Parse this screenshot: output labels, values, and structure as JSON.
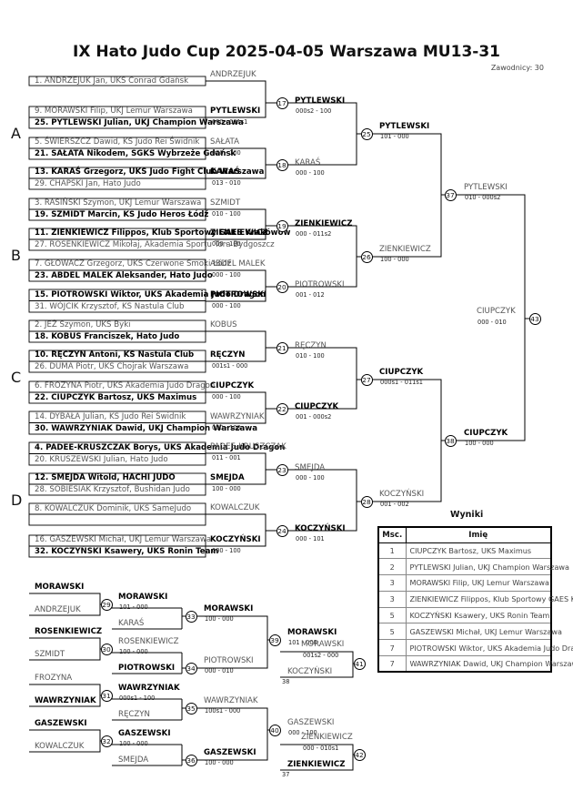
{
  "title": "IX Hato Judo Cup  2025-04-05  Warszawa   MU13-31",
  "participants_count": "Zawodnicy: 30",
  "pools": [
    "A",
    "B",
    "C",
    "D"
  ],
  "entries": [
    {
      "text": "1. ANDRZEJUK Jan, UKS Conrad Gdańsk",
      "bold": false
    },
    {
      "text": "9. MORAWSKI Filip, UKJ Lemur Warszawa",
      "bold": false
    },
    {
      "text": "25. PYTLEWSKI Julian, UKJ Champion Warszawa",
      "bold": true
    },
    {
      "text": "5. ŚWIERSZCZ Dawid, KS Judo Rei Świdnik",
      "bold": false
    },
    {
      "text": "21. SAŁATA Nikodem, SGKS Wybrzeże Gdańsk",
      "bold": true
    },
    {
      "text": "13. KARAŚ Grzegorz, UKS Judo Fight Club Warszawa",
      "bold": true
    },
    {
      "text": "29. CHAPSKI Jan, Hato Judo",
      "bold": false
    },
    {
      "text": "3. RASIŃSKI Szymon, UKJ Lemur Warszawa",
      "bold": false
    },
    {
      "text": "19. SZMIDT Marcin, KS Judo Heros Łódź",
      "bold": true
    },
    {
      "text": "11. ZIENKIEWICZ Filippos, Klub Sportowy GAES Krakówów",
      "bold": true
    },
    {
      "text": "27. ROSENKIEWICZ Mikołaj, Akademia Sportu Tora Bydgoszcz",
      "bold": false
    },
    {
      "text": "7. GŁOWACZ Grzegorz, UKS Czerwone Smoki Łódź",
      "bold": false
    },
    {
      "text": "23. ABDEL MALEK Aleksander, Hato Judo",
      "bold": true
    },
    {
      "text": "15. PIOTROWSKI Wiktor, UKS Akademia Judo Dragon",
      "bold": true
    },
    {
      "text": "31. WÓJCIK Krzysztof, KS Nastula Club",
      "bold": false
    },
    {
      "text": "2. JEŻ Szymon, UKS Byki",
      "bold": false
    },
    {
      "text": "18. KOBUS Franciszek, Hato Judo",
      "bold": true
    },
    {
      "text": "10. RĘCZYN Antoni, KS Nastula Club",
      "bold": true
    },
    {
      "text": "26. DUMA Piotr, UKS Chojrak Warszawa",
      "bold": false
    },
    {
      "text": "6. FROZYNA Piotr, UKS Akademia Judo Dragon",
      "bold": false
    },
    {
      "text": "22. CIUPCZYK Bartosz, UKS Maximus",
      "bold": true
    },
    {
      "text": "14. DYBAŁA Julian, KS Judo Rei Świdnik",
      "bold": false
    },
    {
      "text": "30. WAWRZYNIAK Dawid, UKJ Champion Warszawa",
      "bold": true
    },
    {
      "text": "4. PADEE-KRUSZCZAK Borys, UKS Akademia Judo Dragon",
      "bold": true
    },
    {
      "text": "20. KRUSZEWSKI Julian, Hato Judo",
      "bold": false
    },
    {
      "text": "12. SMEJDA Witold, HACHI JUDO",
      "bold": true
    },
    {
      "text": "28. SOBIESIAK Krzysztof, Bushidan Judo",
      "bold": false
    },
    {
      "text": "8. KOWALCZUK Dominik, UKS SameJudo",
      "bold": false
    },
    {
      "text": "16. GASZEWSKI Michał, UKJ Lemur Warszawa",
      "bold": false
    },
    {
      "text": "32. KOCZYŃSKI Ksawery, UKS Ronin Team",
      "bold": true
    }
  ],
  "r1": [
    {
      "name": "ANDRZEJUK",
      "bold": false,
      "score": ""
    },
    {
      "name": "PYTLEWSKI",
      "bold": true,
      "score": "000 - 001s1"
    },
    {
      "name": "SAŁATA",
      "bold": false,
      "score": "000 - 100"
    },
    {
      "name": "KARAŚ",
      "bold": true,
      "score": "013 - 010"
    },
    {
      "name": "SZMIDT",
      "bold": false,
      "score": "010 - 100"
    },
    {
      "name": "ZIENKIEWICZ",
      "bold": true,
      "score": "000 - 100"
    },
    {
      "name": "ABDEL MALEK",
      "bold": false,
      "score": "000 - 100"
    },
    {
      "name": "PIOTROWSKI",
      "bold": true,
      "score": "000 - 100"
    },
    {
      "name": "KOBUS",
      "bold": false,
      "score": ""
    },
    {
      "name": "RĘCZYN",
      "bold": true,
      "score": "001s1 - 000"
    },
    {
      "name": "CIUPCZYK",
      "bold": true,
      "score": "000 - 100"
    },
    {
      "name": "WAWRZYNIAK",
      "bold": false,
      "score": "000 - 100"
    },
    {
      "name": "PADEE-KRUSZCZAK",
      "bold": false,
      "score": "011 - 001"
    },
    {
      "name": "SMEJDA",
      "bold": true,
      "score": "100 - 000"
    },
    {
      "name": "KOWALCZUK",
      "bold": false,
      "score": ""
    },
    {
      "name": "KOCZYŃSKI",
      "bold": true,
      "score": "000 - 100"
    }
  ],
  "r2": [
    {
      "num": "17",
      "name": "PYTLEWSKI",
      "bold": true,
      "score": "000s2 - 100"
    },
    {
      "num": "18",
      "name": "KARAŚ",
      "bold": false,
      "score": "000 - 100"
    },
    {
      "num": "19",
      "name": "ZIENKIEWICZ",
      "bold": true,
      "score": "000 - 011s2"
    },
    {
      "num": "20",
      "name": "PIOTROWSKI",
      "bold": false,
      "score": "001 - 012"
    },
    {
      "num": "21",
      "name": "RĘCZYN",
      "bold": false,
      "score": "010 - 100"
    },
    {
      "num": "22",
      "name": "CIUPCZYK",
      "bold": true,
      "score": "001 - 000s2"
    },
    {
      "num": "23",
      "name": "SMEJDA",
      "bold": false,
      "score": "000 - 100"
    },
    {
      "num": "24",
      "name": "KOCZYŃSKI",
      "bold": true,
      "score": "000 - 101"
    }
  ],
  "r3": [
    {
      "num": "25",
      "name": "PYTLEWSKI",
      "bold": true,
      "score": "101 - 000"
    },
    {
      "num": "26",
      "name": "ZIENKIEWICZ",
      "bold": false,
      "score": "100 - 000"
    },
    {
      "num": "27",
      "name": "CIUPCZYK",
      "bold": true,
      "score": "000s1 - 011s1"
    },
    {
      "num": "28",
      "name": "KOCZYŃSKI",
      "bold": false,
      "score": "001 - 002"
    }
  ],
  "r4": [
    {
      "num": "37",
      "name": "PYTLEWSKI",
      "bold": false,
      "score": "010 - 000s2"
    },
    {
      "num": "38",
      "name": "CIUPCZYK",
      "bold": true,
      "score": "100 - 000"
    }
  ],
  "final": {
    "num": "43",
    "name": "CIUPCZYK",
    "bold": false,
    "score": "000 - 010"
  },
  "repechage": [
    {
      "top_name": "MORAWSKI",
      "top_bold": true,
      "bot_name": "ANDRZEJUK",
      "bot_bold": false,
      "m1": {
        "num": "29",
        "name": "MORAWSKI",
        "bold": true,
        "score": "101 - 000"
      },
      "opp": {
        "name": "KARAŚ",
        "bold": false
      },
      "m2": {
        "num": "33",
        "name": "MORAWSKI",
        "bold": true,
        "score": "100 - 000"
      }
    },
    {
      "top_name": "ROSENKIEWICZ",
      "top_bold": true,
      "bot_name": "SZMIDT",
      "bot_bold": false,
      "m1": {
        "num": "30",
        "name": "ROSENKIEWICZ",
        "bold": false,
        "score": "100 - 000"
      },
      "opp": {
        "name": "PIOTROWSKI",
        "bold": true
      },
      "m2": {
        "num": "34",
        "name": "PIOTROWSKI",
        "bold": false,
        "score": "000 - 010"
      }
    },
    {
      "top_name": "FROZYNA",
      "top_bold": false,
      "bot_name": "WAWRZYNIAK",
      "bot_bold": true,
      "m1": {
        "num": "31",
        "name": "WAWRZYNIAK",
        "bold": true,
        "score": "000s1 - 100"
      },
      "opp": {
        "name": "RĘCZYN",
        "bold": false
      },
      "m2": {
        "num": "35",
        "name": "WAWRZYNIAK",
        "bold": false,
        "score": "100s1 - 000"
      }
    },
    {
      "top_name": "GASZEWSKI",
      "top_bold": true,
      "bot_name": "KOWALCZUK",
      "bot_bold": false,
      "m1": {
        "num": "32",
        "name": "GASZEWSKI",
        "bold": true,
        "score": "100 - 000"
      },
      "opp": {
        "name": "SMEJDA",
        "bold": false
      },
      "m2": {
        "num": "36",
        "name": "GASZEWSKI",
        "bold": true,
        "score": "100 - 000"
      }
    }
  ],
  "bronze": [
    {
      "num": "39",
      "name": "MORAWSKI",
      "bold": true,
      "score": "101 - 000"
    },
    {
      "num": "40",
      "name": "GASZEWSKI",
      "bold": false,
      "score": "000 - 100"
    }
  ],
  "bronze_final": [
    {
      "num": "41",
      "name": "MORAWSKI",
      "bold": false,
      "score": "001s2 - 000",
      "winner": "KOCZYŃSKI",
      "winner_bold": false,
      "ref": "38"
    },
    {
      "num": "42",
      "name": "ZIENKIEWICZ",
      "bold": false,
      "score": "000 - 010s1",
      "winner": "ZIENKIEWICZ",
      "winner_bold": true,
      "ref": "37"
    }
  ],
  "results": {
    "title": "Wyniki",
    "headers": [
      "Msc.",
      "Imię"
    ],
    "rows": [
      [
        "1",
        "CIUPCZYK Bartosz, UKS Maximus"
      ],
      [
        "2",
        "PYTLEWSKI Julian, UKJ Champion Warszawa"
      ],
      [
        "3",
        "MORAWSKI Filip, UKJ Lemur Warszawa"
      ],
      [
        "3",
        "ZIENKIEWICZ Filippos, Klub Sportowy GAES Kraków"
      ],
      [
        "5",
        "KOCZYŃSKI Ksawery, UKS Ronin Team"
      ],
      [
        "5",
        "GASZEWSKI Michał, UKJ Lemur Warszawa"
      ],
      [
        "7",
        "PIOTROWSKI Wiktor, UKS Akademia Judo Dragon"
      ],
      [
        "7",
        "WAWRZYNIAK Dawid, UKJ Champion Warszawa"
      ]
    ]
  }
}
